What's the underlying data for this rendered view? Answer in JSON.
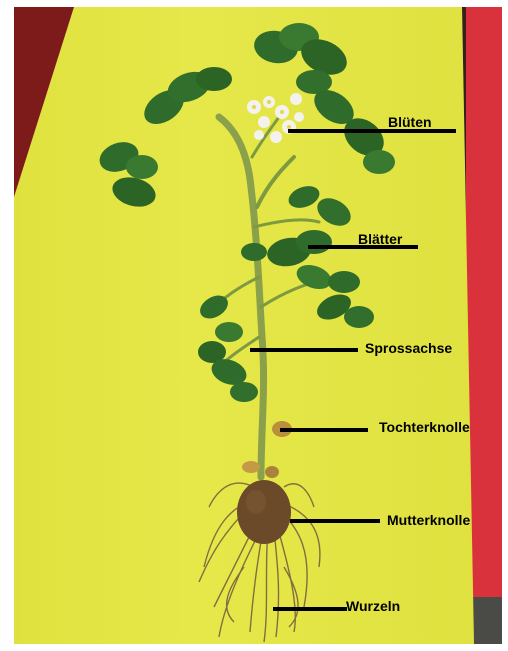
{
  "labels": {
    "blueten": "Blüten",
    "blaetter": "Blätter",
    "sprossachse": "Sprossachse",
    "tochterknolle": "Tochterknolle",
    "mutterknolle": "Mutterknolle",
    "wurzeln": "Wurzeln"
  },
  "colors": {
    "board": "#e6e84a",
    "leaf": "#2f6b2a",
    "stem": "#8aa04a",
    "tuber": "#6b4a2a",
    "root": "#7a6040",
    "table": "#d9323c"
  }
}
